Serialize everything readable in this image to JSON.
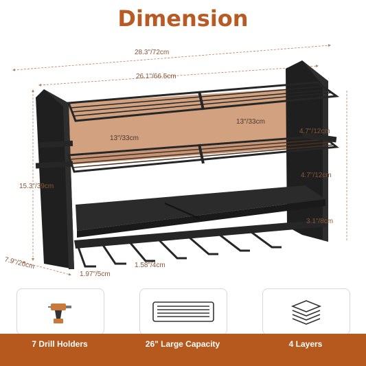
{
  "title": "Dimension",
  "dimensions": {
    "total_width": "28.3\"/72cm",
    "shelf_width": "26.1\"/66.5cm",
    "left_half": "13\"/33cm",
    "right_half": "13\"/33cm",
    "gap_top": "4.7\"/12cm",
    "gap_middle": "4.7\"/12cm",
    "gap_bottom": "3.1\"/8cm",
    "height": "15.3\"/39cm",
    "depth": "7.9\"/20cm",
    "slot_spacing": "1.97\"/5cm",
    "slot_width": "1.58\"/4cm"
  },
  "features": [
    {
      "label": "7 Drill Holders",
      "icon": "drill-icon"
    },
    {
      "label": "26\" Large Capacity",
      "icon": "shelf-icon"
    },
    {
      "label": "4 Layers",
      "icon": "layers-icon"
    }
  ],
  "colors": {
    "accent": "#b5591f",
    "title": "#b85a24",
    "rack": "#262626",
    "highlight": "#c9906a"
  }
}
